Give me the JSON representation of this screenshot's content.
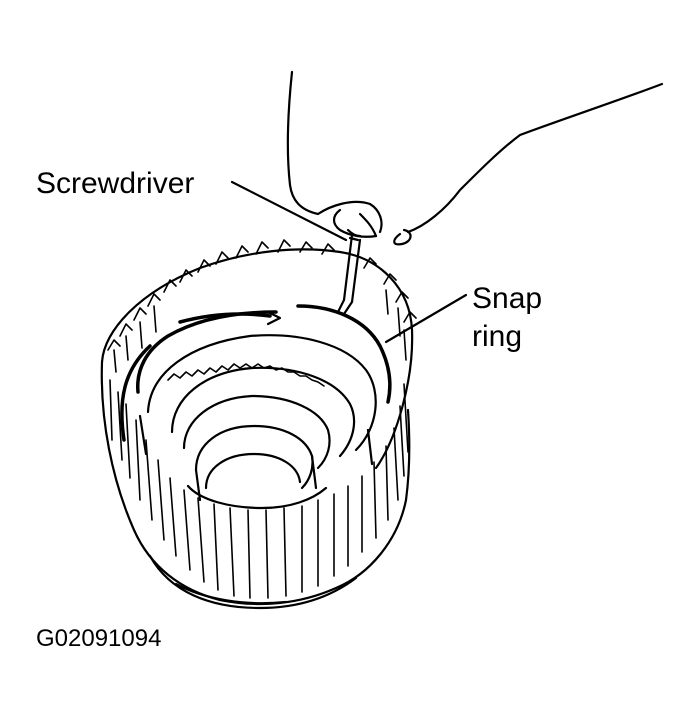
{
  "figure": {
    "labels": {
      "screwdriver": "Screwdriver",
      "snap_ring_line1": "Snap",
      "snap_ring_line2": "ring"
    },
    "figure_id": "G02091094"
  },
  "colors": {
    "ink": "#000000",
    "background": "#ffffff"
  }
}
